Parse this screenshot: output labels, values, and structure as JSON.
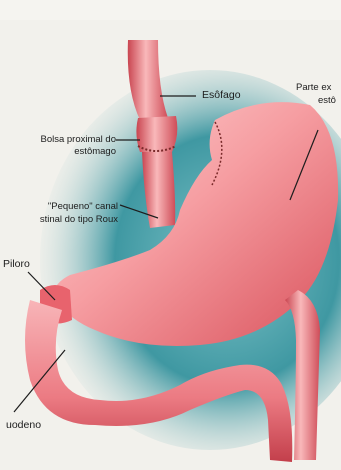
{
  "labels": {
    "esofago": "Esôfago",
    "parte_line1": "Parte ex",
    "parte_line2": "estô",
    "bolsa_line1": "Bolsa proximal do",
    "bolsa_line2": "estômago",
    "canal_line1": "\"Pequeno\" canal",
    "canal_line2": "stinal do tipo Roux",
    "piloro": "Piloro",
    "duodeno": "uodeno"
  },
  "colors": {
    "background": "#f2f1ec",
    "teal_shadow": "#2f8f9a",
    "organ": "#f07c84",
    "organ_light": "#fbc3c3",
    "organ_dark": "#c8414d",
    "staple_line": "#7a2a2a"
  }
}
